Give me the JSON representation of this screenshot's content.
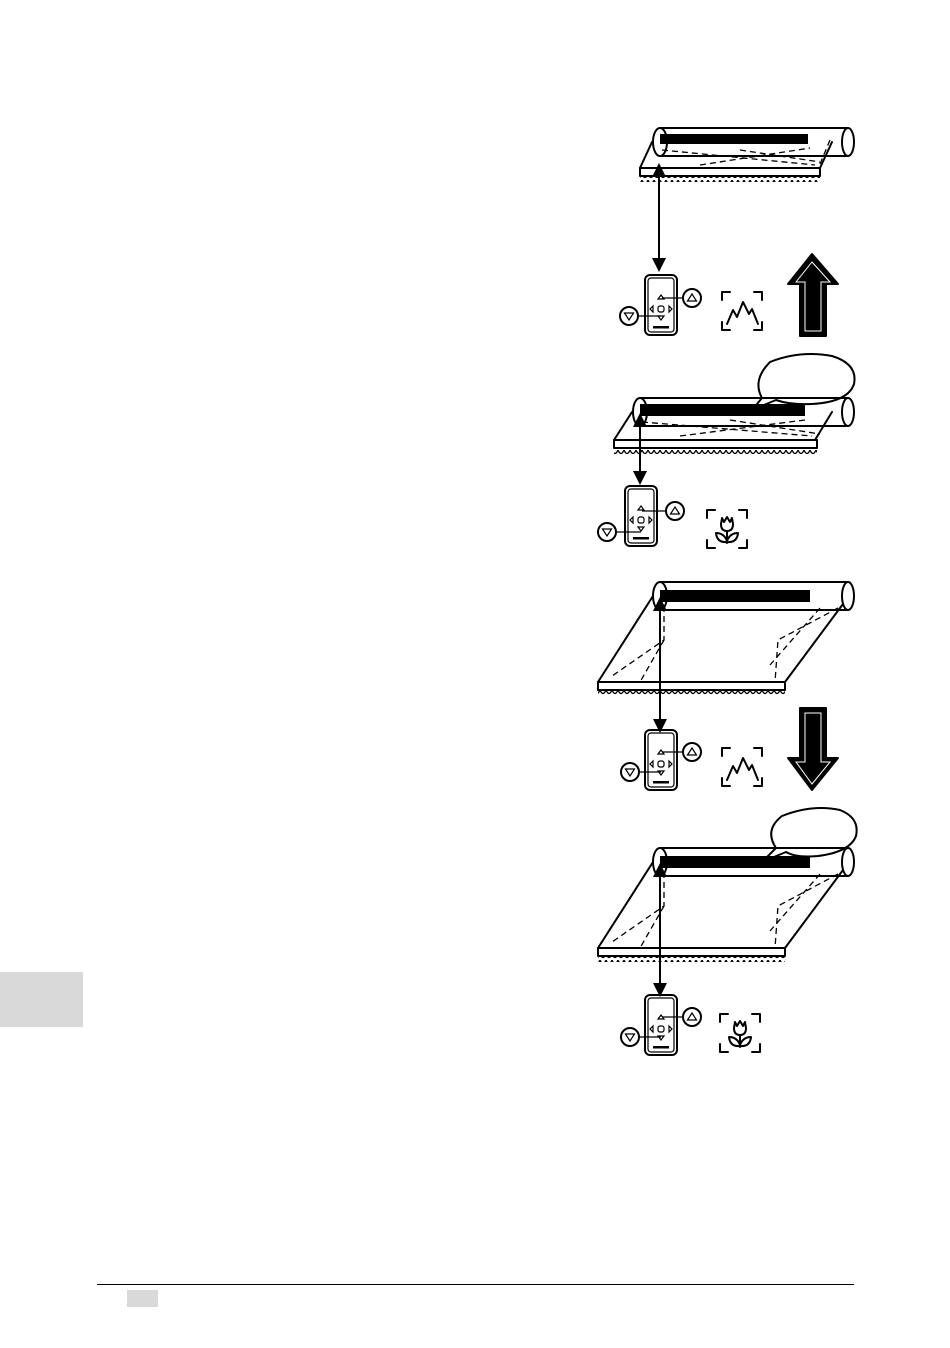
{
  "theme": {
    "ink": "#000000",
    "paper": "#ffffff",
    "tab_fill": "#d9d9d9"
  },
  "steps": [
    {
      "awning_state": "retracted",
      "motion_arrow": "up-arrow-icon",
      "mode_icon": "landscape-mode-icon",
      "speech_bubble": false,
      "remote_button_highlight": "down"
    },
    {
      "awning_state": "retracted",
      "motion_arrow": null,
      "mode_icon": "macro-flower-icon",
      "speech_bubble": true,
      "remote_button_highlight": "down"
    },
    {
      "awning_state": "extended",
      "motion_arrow": "down-arrow-icon",
      "mode_icon": "landscape-mode-icon",
      "speech_bubble": false,
      "remote_button_highlight": "down"
    },
    {
      "awning_state": "extended",
      "motion_arrow": null,
      "mode_icon": "macro-flower-icon",
      "speech_bubble": true,
      "remote_button_highlight": "down"
    }
  ]
}
